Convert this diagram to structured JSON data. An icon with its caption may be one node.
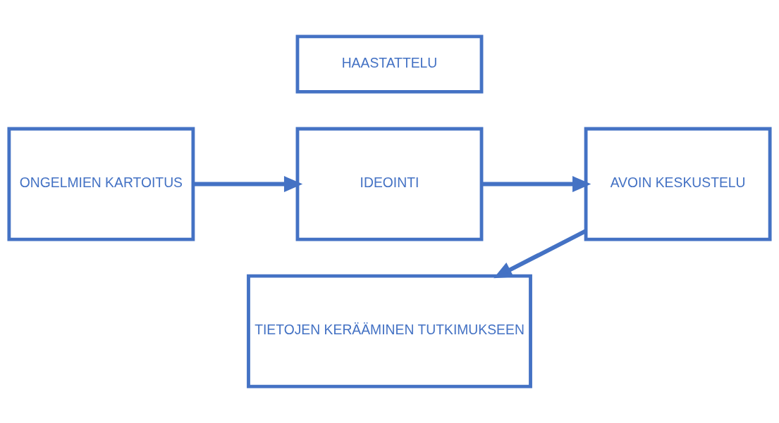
{
  "diagram": {
    "nodes": [
      {
        "text": [
          "HAASTATTELU"
        ]
      },
      {
        "text": [
          "ONGELMIEN KARTOITUS"
        ]
      },
      {
        "text": [
          "IDEOINTI"
        ]
      },
      {
        "text": [
          "AVOIN KESKUSTELU"
        ]
      },
      {
        "text": [
          "TIETOJEN KERÄÄMINEN TUTKIMUKSEEN"
        ]
      }
    ],
    "edges": [
      {
        "from": 1,
        "to": 2,
        "arrow": "to"
      },
      {
        "from": 2,
        "to": 3,
        "arrow": "to"
      },
      {
        "from": 3,
        "to": 4,
        "arrow": "to"
      }
    ]
  }
}
